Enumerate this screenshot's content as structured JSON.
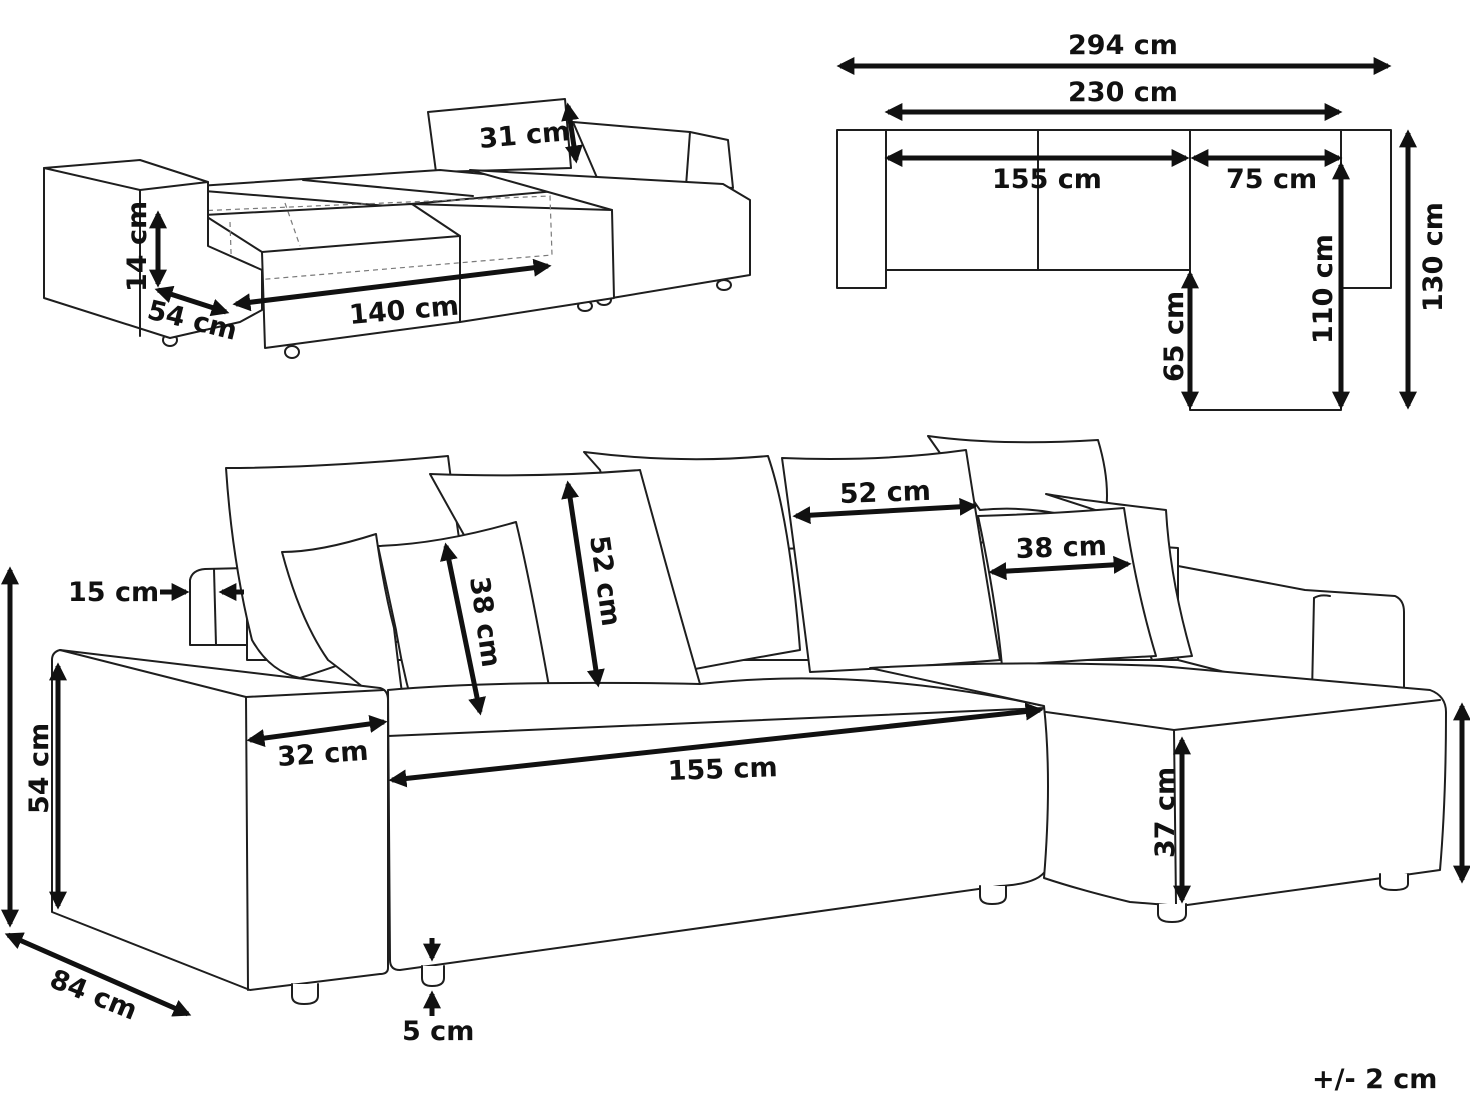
{
  "labels": {
    "pullout_backrest_height": "31 cm",
    "pullout_bed_height": "14 cm",
    "pullout_bed_depth": "54 cm",
    "pullout_bed_width": "140 cm",
    "top_total_width": "294 cm",
    "top_inner_width": "230 cm",
    "top_main_seat": "155 cm",
    "top_chaise_seat": "75 cm",
    "top_chaise_depth": "110 cm",
    "top_total_depth": "130 cm",
    "top_chaise_extension": "65 cm",
    "armrest_top_width": "15 cm",
    "sofa_height": "54 cm",
    "sofa_depth": "84 cm",
    "armrest_width": "32 cm",
    "seat_width": "155 cm",
    "leg_height": "5 cm",
    "seat_height": "37 cm",
    "large_cushion_height": "52 cm",
    "large_cushion_width": "52 cm",
    "small_cushion_height": "38 cm",
    "small_cushion_width": "38 cm",
    "tolerance": "+/- 2 cm"
  }
}
